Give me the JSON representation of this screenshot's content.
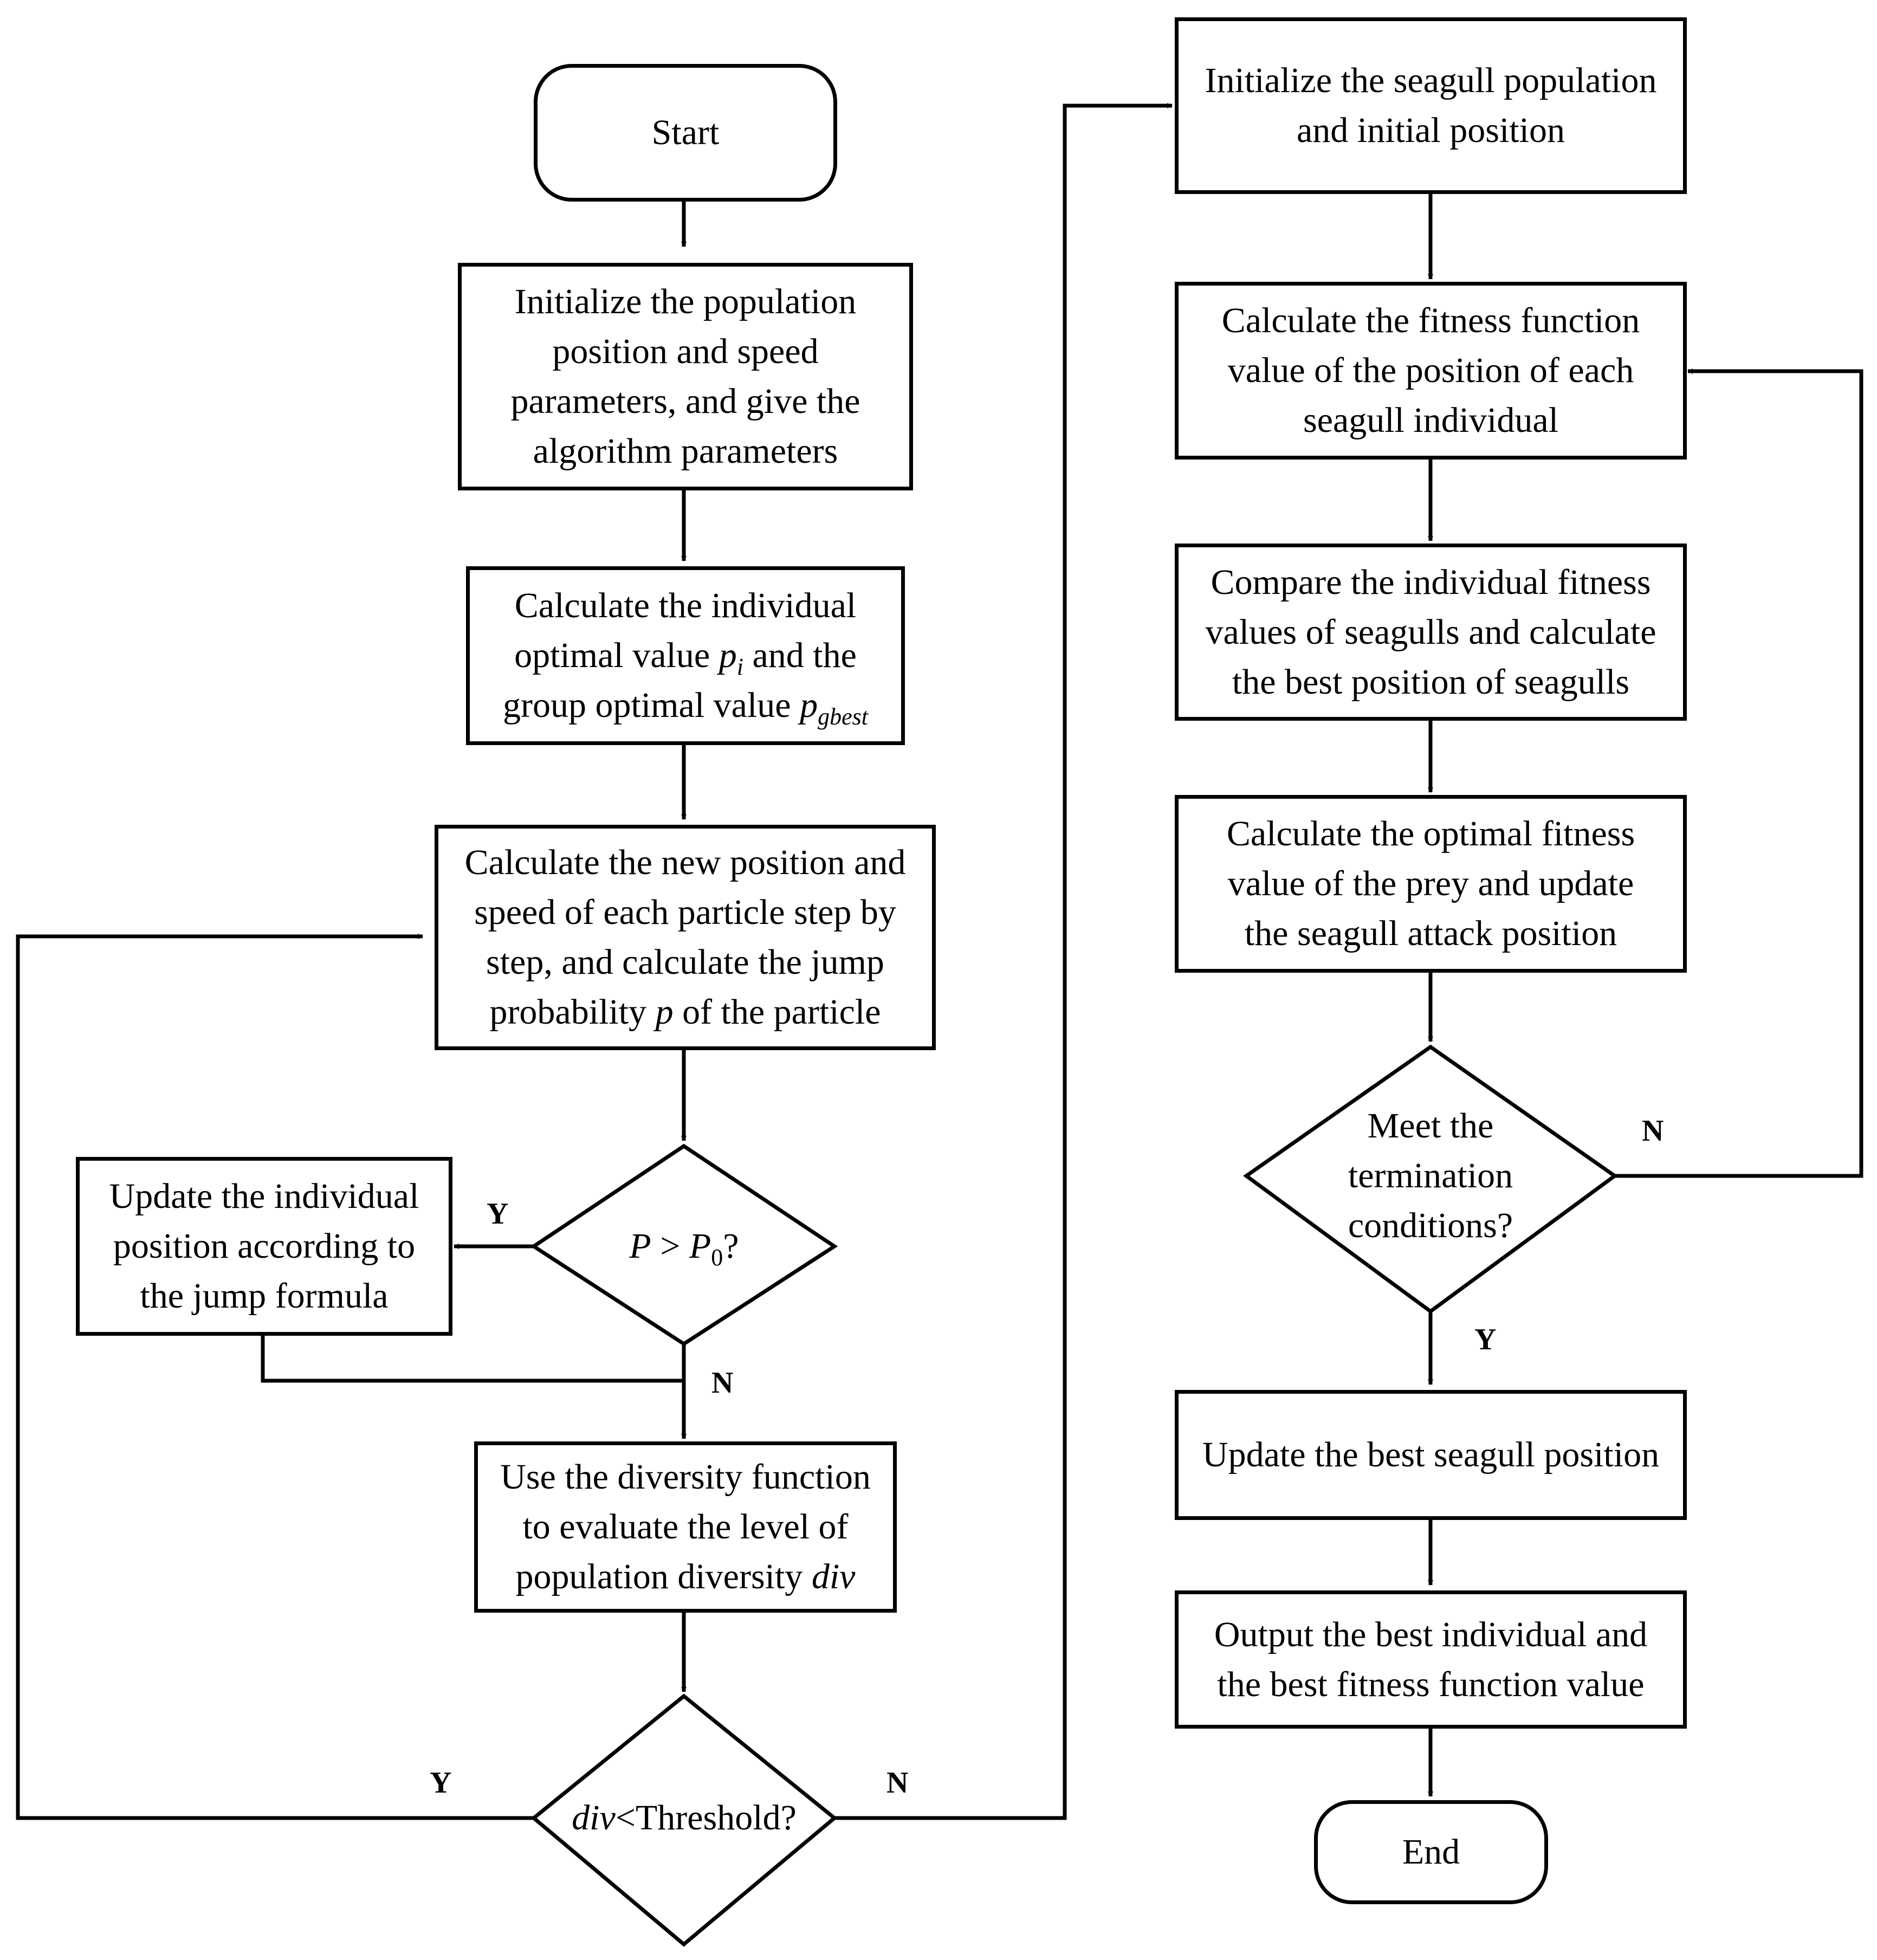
{
  "left_column": {
    "start": "Start",
    "init_population": [
      "Initialize the population",
      "position and speed",
      "parameters, and give the",
      "algorithm parameters"
    ],
    "calc_optimal": {
      "line1": "Calculate the individual",
      "line2_pre": "optimal value ",
      "p_i_base": "p",
      "p_i_sub": "i",
      "line2_post": " and the",
      "line3_pre": "group optimal value ",
      "p_g_base": "p",
      "p_g_sub": "gbest"
    },
    "calc_new_position": {
      "line1": "Calculate the new position and",
      "line2": "speed of each particle step by",
      "line3": "step, and calculate the jump",
      "line4_pre": "probability ",
      "line4_var": "p",
      "line4_post": " of the particle"
    },
    "jump_decision": {
      "p_var": "P",
      "op": " > ",
      "p0_base": "P",
      "p0_sub": "0",
      "q": "?"
    },
    "update_jump": [
      "Update the individual",
      "position according to",
      "the jump formula"
    ],
    "diversity": {
      "line1": "Use the diversity function",
      "line2": "to evaluate the level of",
      "line3_pre": "population diversity ",
      "line3_var": "div"
    },
    "threshold_decision": {
      "var": "div",
      "rest": "<Threshold?"
    }
  },
  "right_column": {
    "init_seagull": [
      "Initialize the seagull population",
      "and initial position"
    ],
    "calc_fitness": [
      "Calculate the fitness function",
      "value of the position of each",
      "seagull individual"
    ],
    "compare_fitness": [
      "Compare the individual fitness",
      "values of seagulls and calculate",
      "the best position of seagulls"
    ],
    "calc_prey": [
      "Calculate the optimal fitness",
      "value of the prey and update",
      "the seagull attack position"
    ],
    "termination_decision": [
      "Meet the",
      "termination",
      "conditions?"
    ],
    "update_best": "Update the best seagull position",
    "output_best": [
      "Output the best individual and",
      "the best fitness function value"
    ],
    "end": "End"
  },
  "branch_labels": {
    "jump_yes": "Y",
    "jump_no": "N",
    "threshold_yes": "Y",
    "threshold_no": "N",
    "termination_no": "N",
    "termination_yes": "Y"
  }
}
